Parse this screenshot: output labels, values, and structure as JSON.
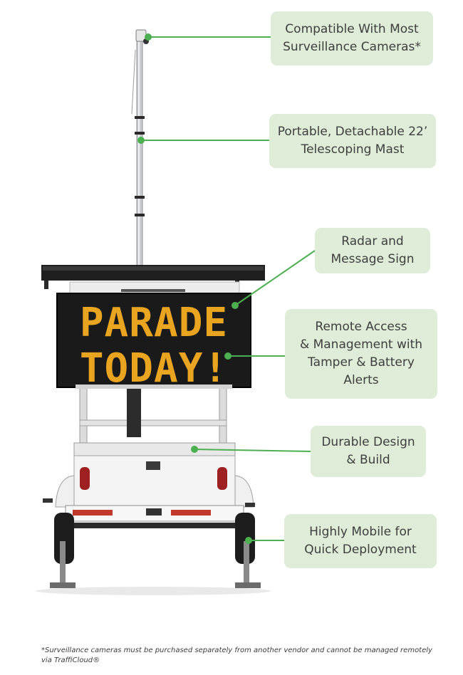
{
  "sign": {
    "line1": "PARADE",
    "line2": "TODAY!",
    "led_color": "#e9a520"
  },
  "callouts": [
    {
      "lines": [
        "Compatible With Most",
        "Surveillance Cameras*"
      ]
    },
    {
      "lines": [
        "Portable, Detachable 22’",
        "Telescoping Mast"
      ]
    },
    {
      "lines": [
        "Radar and",
        "Message Sign"
      ]
    },
    {
      "lines": [
        "Remote Access",
        "& Management with",
        "Tamper & Battery",
        "Alerts"
      ]
    },
    {
      "lines": [
        "Durable Design",
        "& Build"
      ]
    },
    {
      "lines": [
        "Highly Mobile for",
        "Quick Deployment"
      ]
    }
  ],
  "footnote": {
    "line1": "*Surveillance cameras must be purchased separately from another vendor and cannot be managed remotely",
    "line2": "via TraffiCloud®"
  },
  "colors": {
    "callout_bg": "#deecd8",
    "connector": "#4caf50",
    "text": "#3e3e3e"
  }
}
